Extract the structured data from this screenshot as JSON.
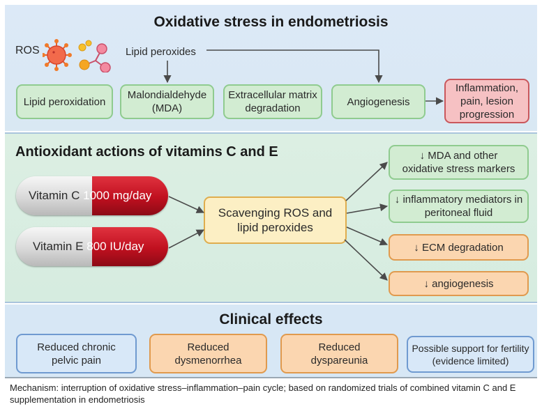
{
  "oxidative_stress": {
    "title": "Oxidative stress in endometriosis",
    "ros_label": "ROS",
    "ros_icons": [
      "ros-radical-icon",
      "molecule-icon"
    ],
    "lipid_peroxides_label": "Lipid peroxides",
    "boxes": [
      {
        "label": "Lipid peroxidation",
        "style": "green"
      },
      {
        "label": "Malondialdehyde (MDA)",
        "style": "green"
      },
      {
        "label": "Extracellular matrix degradation",
        "style": "green"
      },
      {
        "label": "Angiogenesis",
        "style": "green"
      },
      {
        "label": "Inflammation, pain, lesion progression",
        "style": "red"
      }
    ]
  },
  "antioxidant": {
    "title": "Antioxidant actions of vitamins C and E",
    "capsules": [
      {
        "name": "Vitamin C",
        "dose": "1000 mg/day"
      },
      {
        "name": "Vitamin E",
        "dose": "800 IU/day"
      }
    ],
    "center_box": "Scavenging ROS and lipid peroxides",
    "outcomes": [
      {
        "label": "↓ MDA and other oxidative stress markers",
        "style": "green"
      },
      {
        "label": "↓ inflammatory mediators in peritoneal fluid",
        "style": "green"
      },
      {
        "label": "↓ ECM degradation",
        "style": "orange"
      },
      {
        "label": "↓ angiogenesis",
        "style": "orange"
      }
    ]
  },
  "clinical": {
    "title": "Clinical effects",
    "effects": [
      {
        "label": "Reduced chronic pelvic pain",
        "style": "blue"
      },
      {
        "label": "Reduced dysmenorrhea",
        "style": "orange"
      },
      {
        "label": "Reduced dyspareunia",
        "style": "orange"
      },
      {
        "label": "Possible support for fertility (evidence limited)",
        "style": "blue"
      }
    ]
  },
  "footnote": "Mechanism: interruption of oxidative stress–inflammation–pain cycle; based on randomized trials of combined vitamin C and E supplementation in endometriosis",
  "colors": {
    "arrow": "#4a4a4a",
    "capsule_red": "#c0101f",
    "ros_orange": "#f26a4b",
    "molecule_yellow": "#f5a623",
    "molecule_pink": "#e8607a"
  }
}
